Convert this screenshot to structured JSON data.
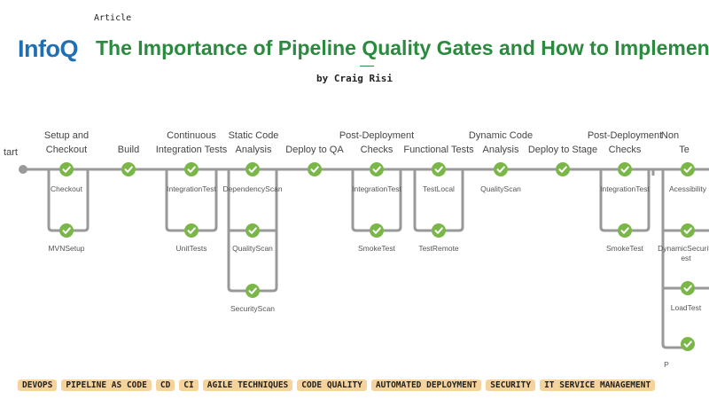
{
  "header": {
    "kind": "Article",
    "logo": "InfoQ",
    "title": "The Importance of Pipeline Quality Gates and How to Implement",
    "byline": "by Craig Risi"
  },
  "pipeline": {
    "stages": [
      {
        "label": [
          "tart"
        ],
        "steps": []
      },
      {
        "label": [
          "Setup and",
          "Checkout"
        ],
        "steps": [
          "Checkout",
          "MVNSetup"
        ]
      },
      {
        "label": [
          "Build"
        ],
        "steps": []
      },
      {
        "label": [
          "Continuous",
          "Integration Tests"
        ],
        "steps": [
          "IntegrationTest",
          "UnitTests"
        ]
      },
      {
        "label": [
          "Static Code",
          "Analysis"
        ],
        "steps": [
          "DependencyScan",
          "QualityScan",
          "SecurityScan"
        ]
      },
      {
        "label": [
          "Deploy to QA"
        ],
        "steps": []
      },
      {
        "label": [
          "Post-Deployment",
          "Checks"
        ],
        "steps": [
          "IntegrationTest",
          "SmokeTest"
        ]
      },
      {
        "label": [
          "Functional Tests"
        ],
        "steps": [
          "TestLocal",
          "TestRemote"
        ]
      },
      {
        "label": [
          "Dynamic Code",
          "Analysis"
        ],
        "steps": [
          "QualityScan"
        ]
      },
      {
        "label": [
          "Deploy to Stage"
        ],
        "steps": []
      },
      {
        "label": [
          "Post-Deployment",
          "Checks"
        ],
        "steps": [
          "IntegrationTest",
          "SmokeTest"
        ]
      },
      {
        "label": [
          "Non",
          "Te"
        ],
        "steps": [
          "Acessibility",
          "DynamicSecurity",
          "LoadTest"
        ]
      }
    ],
    "extra_texts": [
      "est",
      "P"
    ],
    "colors": {
      "success": "#7ab648",
      "line": "#999999",
      "start": "#9a9a9a"
    }
  },
  "tags": [
    "DEVOPS",
    "PIPELINE AS CODE",
    "CD",
    "CI",
    "AGILE TECHNIQUES",
    "CODE QUALITY",
    "AUTOMATED DEPLOYMENT",
    "SECURITY",
    "IT SERVICE MANAGEMENT"
  ]
}
